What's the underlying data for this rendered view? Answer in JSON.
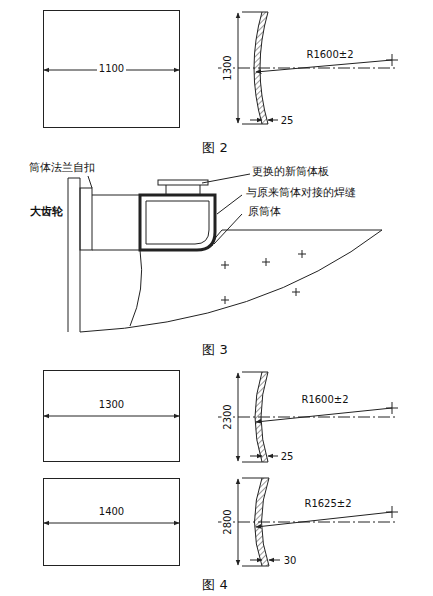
{
  "diagram": {
    "nodes": [
      {
        "text": [
          "1100"
        ]
      },
      {
        "text": [
          "1300"
        ]
      },
      {
        "text": [
          "1400"
        ]
      }
    ],
    "labels": [
      "1300",
      "R1600±2",
      "25",
      "图 2",
      "筒体法兰自扣",
      "更换的新筒体板",
      "大齿轮",
      "与原来筒体对接的焊缝",
      "原筒体",
      "图 3",
      "2300",
      "R1600±2",
      "25",
      "2800",
      "R1625±2",
      "30",
      "图 4"
    ]
  }
}
